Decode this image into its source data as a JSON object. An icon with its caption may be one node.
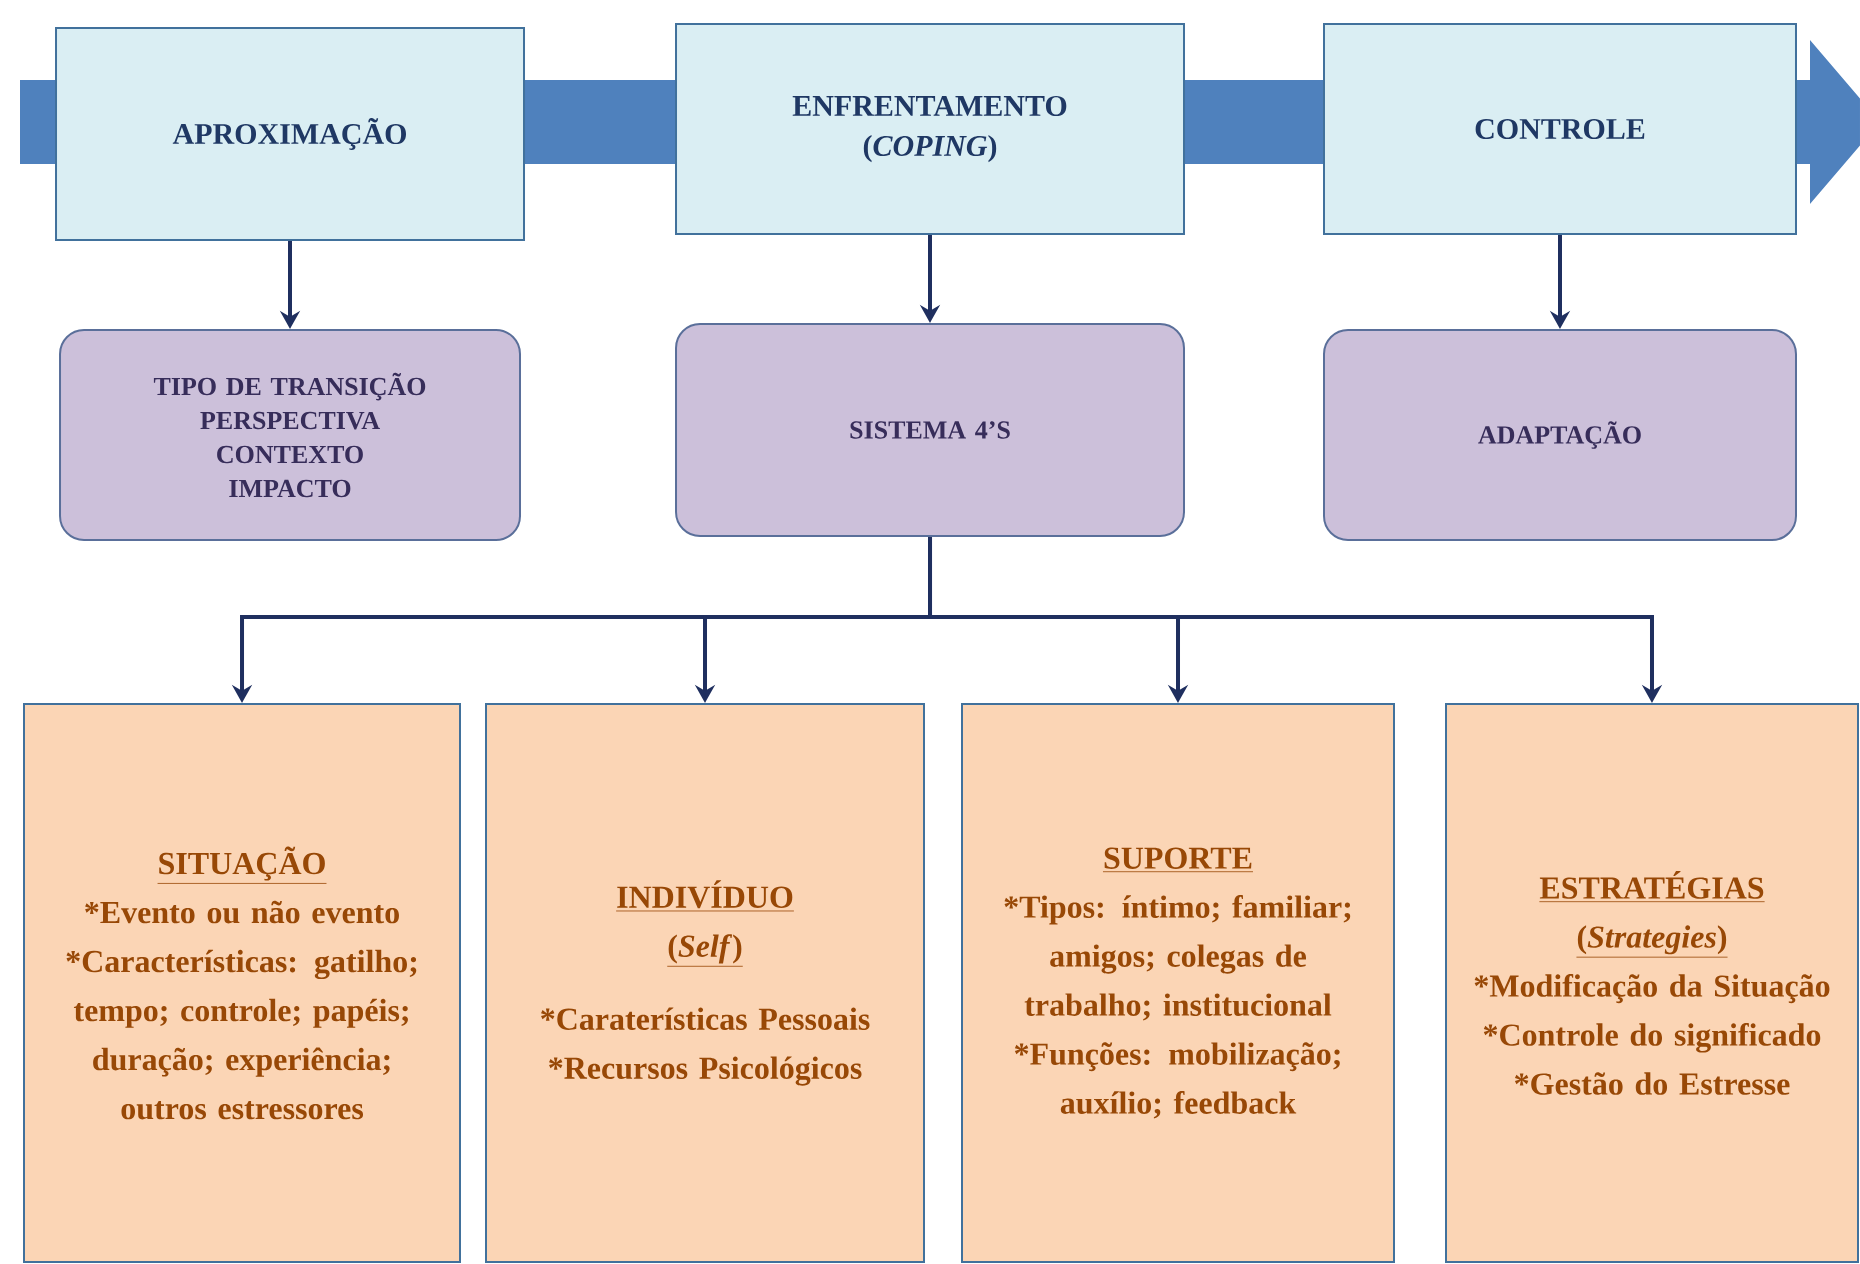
{
  "diagram": {
    "nodes": [
      {
        "text": [
          "APROXIMAÇÃO"
        ]
      },
      {
        "text": [
          "ENFRENTAMENTO",
          "(*COPING*)"
        ]
      },
      {
        "text": [
          "CONTROLE"
        ]
      },
      {
        "text": [
          "TIPO DE TRANSIÇÃO",
          "PERSPECTIVA",
          "CONTEXTO",
          "IMPACTO"
        ]
      },
      {
        "text": [
          "SISTEMA 4’S"
        ]
      },
      {
        "text": [
          "ADAPTAÇÃO"
        ]
      },
      {
        "text": [
          "SITUAÇÃO",
          "*Evento ou não evento",
          "*Características: gatilho; tempo; controle; papéis; duração; experiência; outros estressores"
        ]
      },
      {
        "text": [
          "INDIVÍDUO",
          "(*Self*)",
          "*Caraterísticas Pessoais",
          "*Recursos Psicológicos"
        ]
      },
      {
        "text": [
          "SUPORTE",
          "*Tipos: íntimo; familiar; amigos; colegas de trabalho; institucional",
          "*Funções: mobilização; auxílio; feedback"
        ]
      },
      {
        "text": [
          "ESTRATÉGIAS",
          "(*Strategies*)",
          "*Modificação da Situação",
          "*Controle do significado",
          "*Gestão do Estresse"
        ]
      }
    ],
    "edges": [
      {
        "from": 0,
        "to": 3,
        "arrow": "to"
      },
      {
        "from": 1,
        "to": 4,
        "arrow": "to"
      },
      {
        "from": 2,
        "to": 5,
        "arrow": "to"
      },
      {
        "from": 4,
        "to": 6,
        "arrow": "to"
      },
      {
        "from": 4,
        "to": 7,
        "arrow": "to"
      },
      {
        "from": 4,
        "to": 8,
        "arrow": "to"
      },
      {
        "from": 4,
        "to": 9,
        "arrow": "to"
      }
    ]
  }
}
